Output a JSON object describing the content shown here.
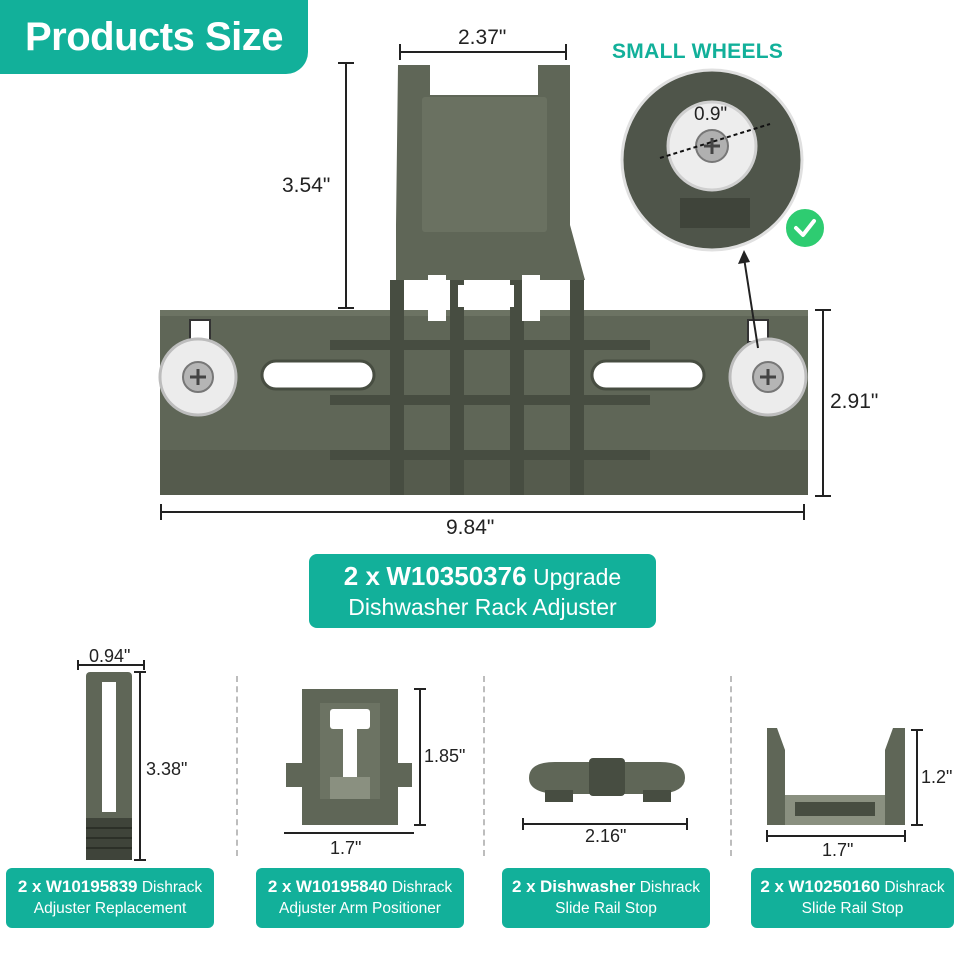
{
  "title": "Products Size",
  "small_wheels": {
    "title": "SMALL WHEELS",
    "diameter": "0.9\"",
    "check_icon": "check-circle-icon"
  },
  "main_product": {
    "dims": {
      "top_width": "2.37\"",
      "top_height": "3.54\"",
      "body_height": "2.91\"",
      "length": "9.84\""
    },
    "label": {
      "qty": "2 x",
      "part": "W10350376",
      "line1_rest": "Upgrade",
      "line2": "Dishwasher Rack Adjuster"
    }
  },
  "parts": [
    {
      "dims": {
        "width": "0.94\"",
        "height": "3.38\""
      },
      "label": {
        "qty": "2 x",
        "part": "W10195839",
        "line1_rest": "Dishrack",
        "line2": "Adjuster Replacement"
      }
    },
    {
      "dims": {
        "width": "1.7\"",
        "height": "1.85\""
      },
      "label": {
        "qty": "2 x",
        "part": "W10195840",
        "line1_rest": "Dishrack",
        "line2": "Adjuster Arm Positioner"
      }
    },
    {
      "dims": {
        "width": "2.16\""
      },
      "label": {
        "qty": "2 x",
        "part": "Dishwasher",
        "line1_rest": "Dishrack",
        "line2": "Slide Rail Stop"
      }
    },
    {
      "dims": {
        "width": "1.7\"",
        "height": "1.2\""
      },
      "label": {
        "qty": "2 x",
        "part": "W10250160",
        "line1_rest": "Dishrack",
        "line2": "Slide Rail Stop"
      }
    }
  ],
  "colors": {
    "accent": "#12b09a",
    "part_body": "#5f6657",
    "part_dark": "#474d41",
    "wheel": "#ececec"
  }
}
